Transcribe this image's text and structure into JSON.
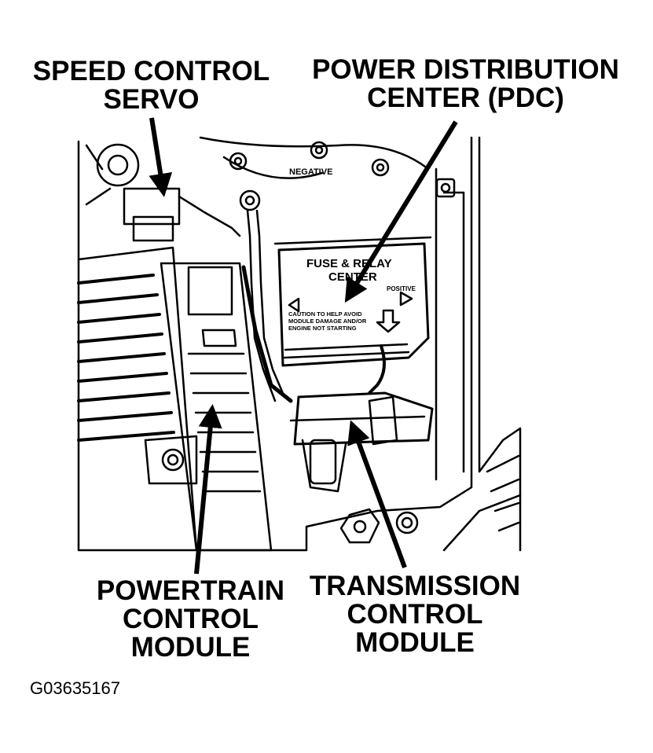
{
  "callouts": {
    "speed_control_servo": [
      "SPEED CONTROL",
      "SERVO"
    ],
    "power_distribution_center": [
      "POWER DISTRIBUTION",
      "CENTER (PDC)"
    ],
    "powertrain_control_module": [
      "POWERTRAIN",
      "CONTROL",
      "MODULE"
    ],
    "transmission_control_module": [
      "TRANSMISSION",
      "CONTROL",
      "MODULE"
    ]
  },
  "figure_id": "G03635167",
  "art_labels": {
    "negative": "NEGATIVE",
    "fuse_relay": "FUSE & RELAY",
    "center": "CENTER",
    "positive": "POSITIVE",
    "caution_lines": [
      "CAUTION TO HELP AVOID",
      "MODULE DAMAGE AND/OR",
      "ENGINE NOT STARTING"
    ]
  }
}
